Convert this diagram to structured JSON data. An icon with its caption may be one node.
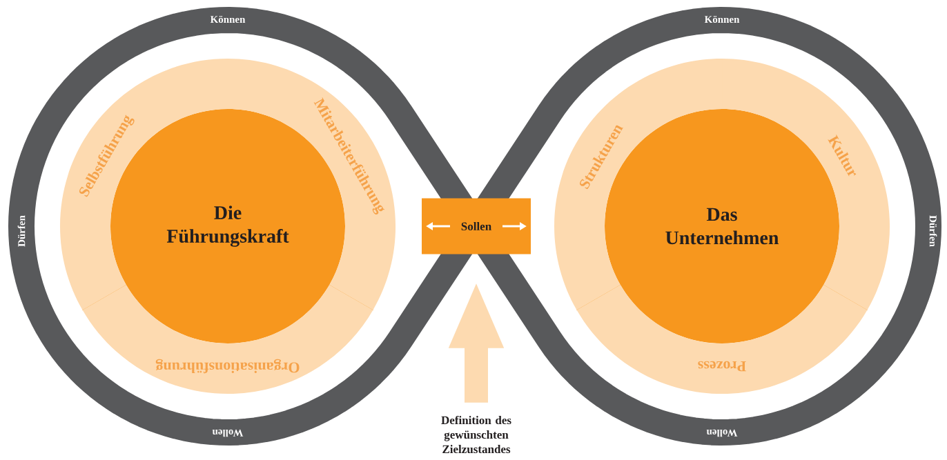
{
  "diagram": {
    "nodes": [
      {
        "text": [
          "Die Führungskraft"
        ]
      },
      {
        "text": [
          "Selbstführung"
        ]
      },
      {
        "text": [
          "Mitarbeiterführung"
        ]
      },
      {
        "text": [
          "Organisationsführung"
        ]
      },
      {
        "text": [
          "Sollen"
        ]
      },
      {
        "text": [
          "Das Unternehmen"
        ]
      },
      {
        "text": [
          "Strukturen"
        ]
      },
      {
        "text": [
          "Kultur"
        ]
      },
      {
        "text": [
          "Prozess"
        ]
      },
      {
        "text": [
          "Definition des gewünschten Zielzustandes"
        ]
      }
    ],
    "edges": [
      {
        "from": 9,
        "to": 4,
        "arrow": "to",
        "color": "#fddab0"
      }
    ],
    "labels": [
      "Können",
      "Können",
      "Dürfen",
      "Dürfen",
      "Wollen",
      "Wollen"
    ]
  }
}
